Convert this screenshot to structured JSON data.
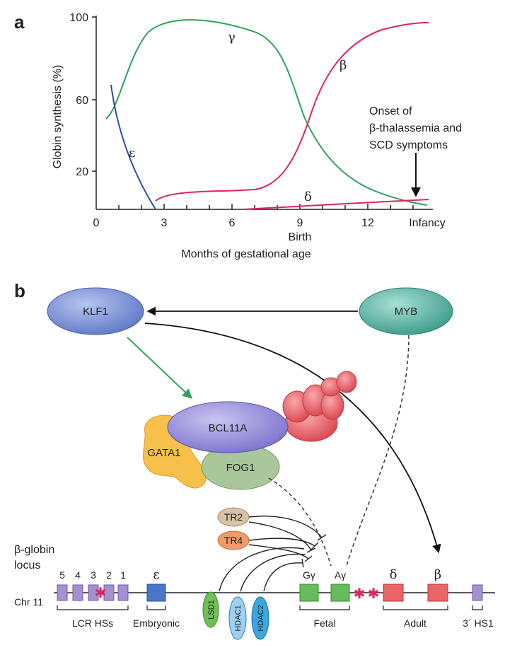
{
  "panel_a": {
    "letter": "a",
    "y_axis_label": "Globin synthesis (%)",
    "x_axis_label": "Months of gestational age",
    "y_ticks": [
      "100",
      "60",
      "20"
    ],
    "x_ticks": [
      "0",
      "3",
      "6",
      "9",
      "12",
      "Infancy"
    ],
    "birth_label": "Birth",
    "curve_labels": {
      "gamma": "γ",
      "beta": "β",
      "epsilon": "ε",
      "delta": "δ"
    },
    "annotation": {
      "line1": "Onset of",
      "line2": "β-thalassemia and",
      "line3": "SCD symptoms"
    },
    "colors": {
      "gamma": "#2ea35b",
      "beta": "#e0245e",
      "epsilon": "#2d4fa0",
      "delta": "#e0245e"
    }
  },
  "panel_b": {
    "letter": "b",
    "proteins": {
      "klf1": "KLF1",
      "myb": "MYB",
      "bcl11a": "BCL11A",
      "gata1": "GATA1",
      "fog1": "FOG1",
      "tr2": "TR2",
      "tr4": "TR4",
      "lsd1": "LSD1",
      "hdac1": "HDAC1",
      "hdac2": "HDAC2"
    },
    "locus_label_1": "β-globin",
    "locus_label_2": "locus",
    "chromosome": "Chr 11",
    "hs_numbers": [
      "5",
      "4",
      "3",
      "2",
      "1"
    ],
    "gene_labels": {
      "epsilon": "ε",
      "g_gamma": "Gγ",
      "a_gamma": "Aγ",
      "delta": "δ",
      "beta": "β"
    },
    "region_labels": {
      "lcr": "LCR HSs",
      "embryonic": "Embryonic",
      "fetal": "Fetal",
      "adult": "Adult",
      "hs1": "3´ HS1"
    },
    "colors": {
      "klf1": "#7f95d6",
      "myb": "#5bb5a6",
      "bcl11a": "#8f87d8",
      "gata1": "#f6c04a",
      "fog1": "#a9c79a",
      "complex": "#e5545c",
      "tr2": "#d9c3a8",
      "tr4": "#f39a6a",
      "lsd1": "#6fbf53",
      "hdac": "#39a7e0",
      "lcr": "#a690d1",
      "embryonic": "#4a76c8",
      "fetal": "#66bb5a",
      "adult": "#ea6565",
      "star": "#e0245e",
      "arrow_green": "#2ea35b"
    }
  }
}
